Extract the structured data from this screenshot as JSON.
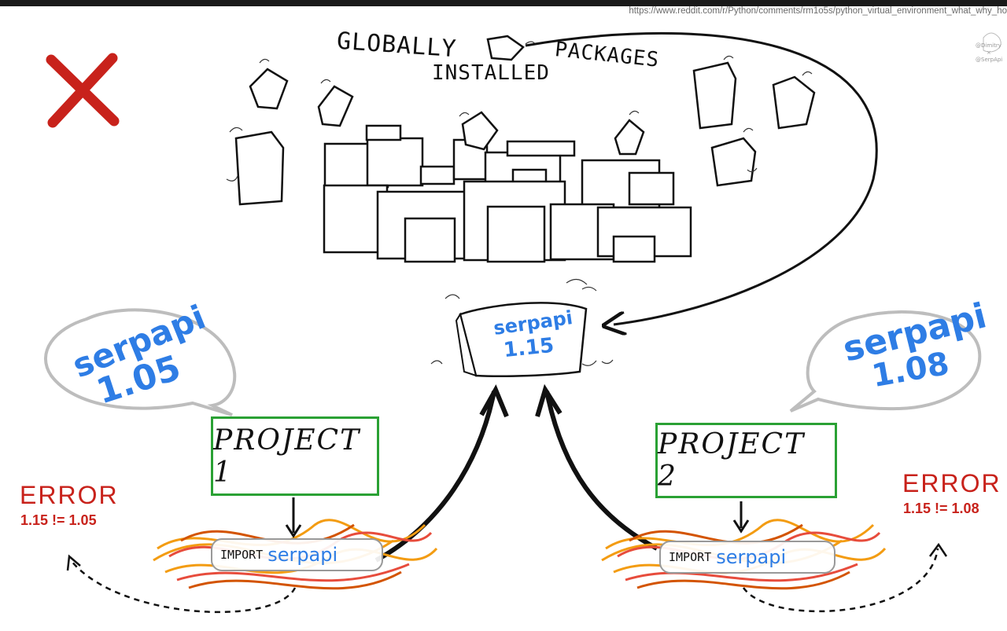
{
  "url": "https://www.reddit.com/r/Python/comments/rm1o5s/python_virtual_environment_what_why_ho",
  "credit": [
    "@Dimitry",
    "×",
    "@SerpApi"
  ],
  "colors": {
    "blue": "#2e7de5",
    "red": "#c8221b",
    "green": "#2aa134"
  },
  "icons": {
    "cross": "red-x-icon"
  },
  "header": {
    "globally": "GLOBALLY",
    "installed": "INSTALLED",
    "packages": "PACKAGES"
  },
  "central": {
    "name": "serpapi",
    "version": "1.15"
  },
  "bubble_left": {
    "name": "serpapi",
    "version": "1.05"
  },
  "bubble_right": {
    "name": "serpapi",
    "version": "1.08"
  },
  "project1": {
    "label": "PROJECT 1",
    "import_kw": "IMPORT",
    "import_pkg": "serpapi"
  },
  "project2": {
    "label": "PROJECT 2",
    "import_kw": "IMPORT",
    "import_pkg": "serpapi"
  },
  "error_left": {
    "title": "ERROR",
    "detail": "1.15 != 1.05"
  },
  "error_right": {
    "title": "ERROR",
    "detail": "1.15 != 1.08"
  }
}
